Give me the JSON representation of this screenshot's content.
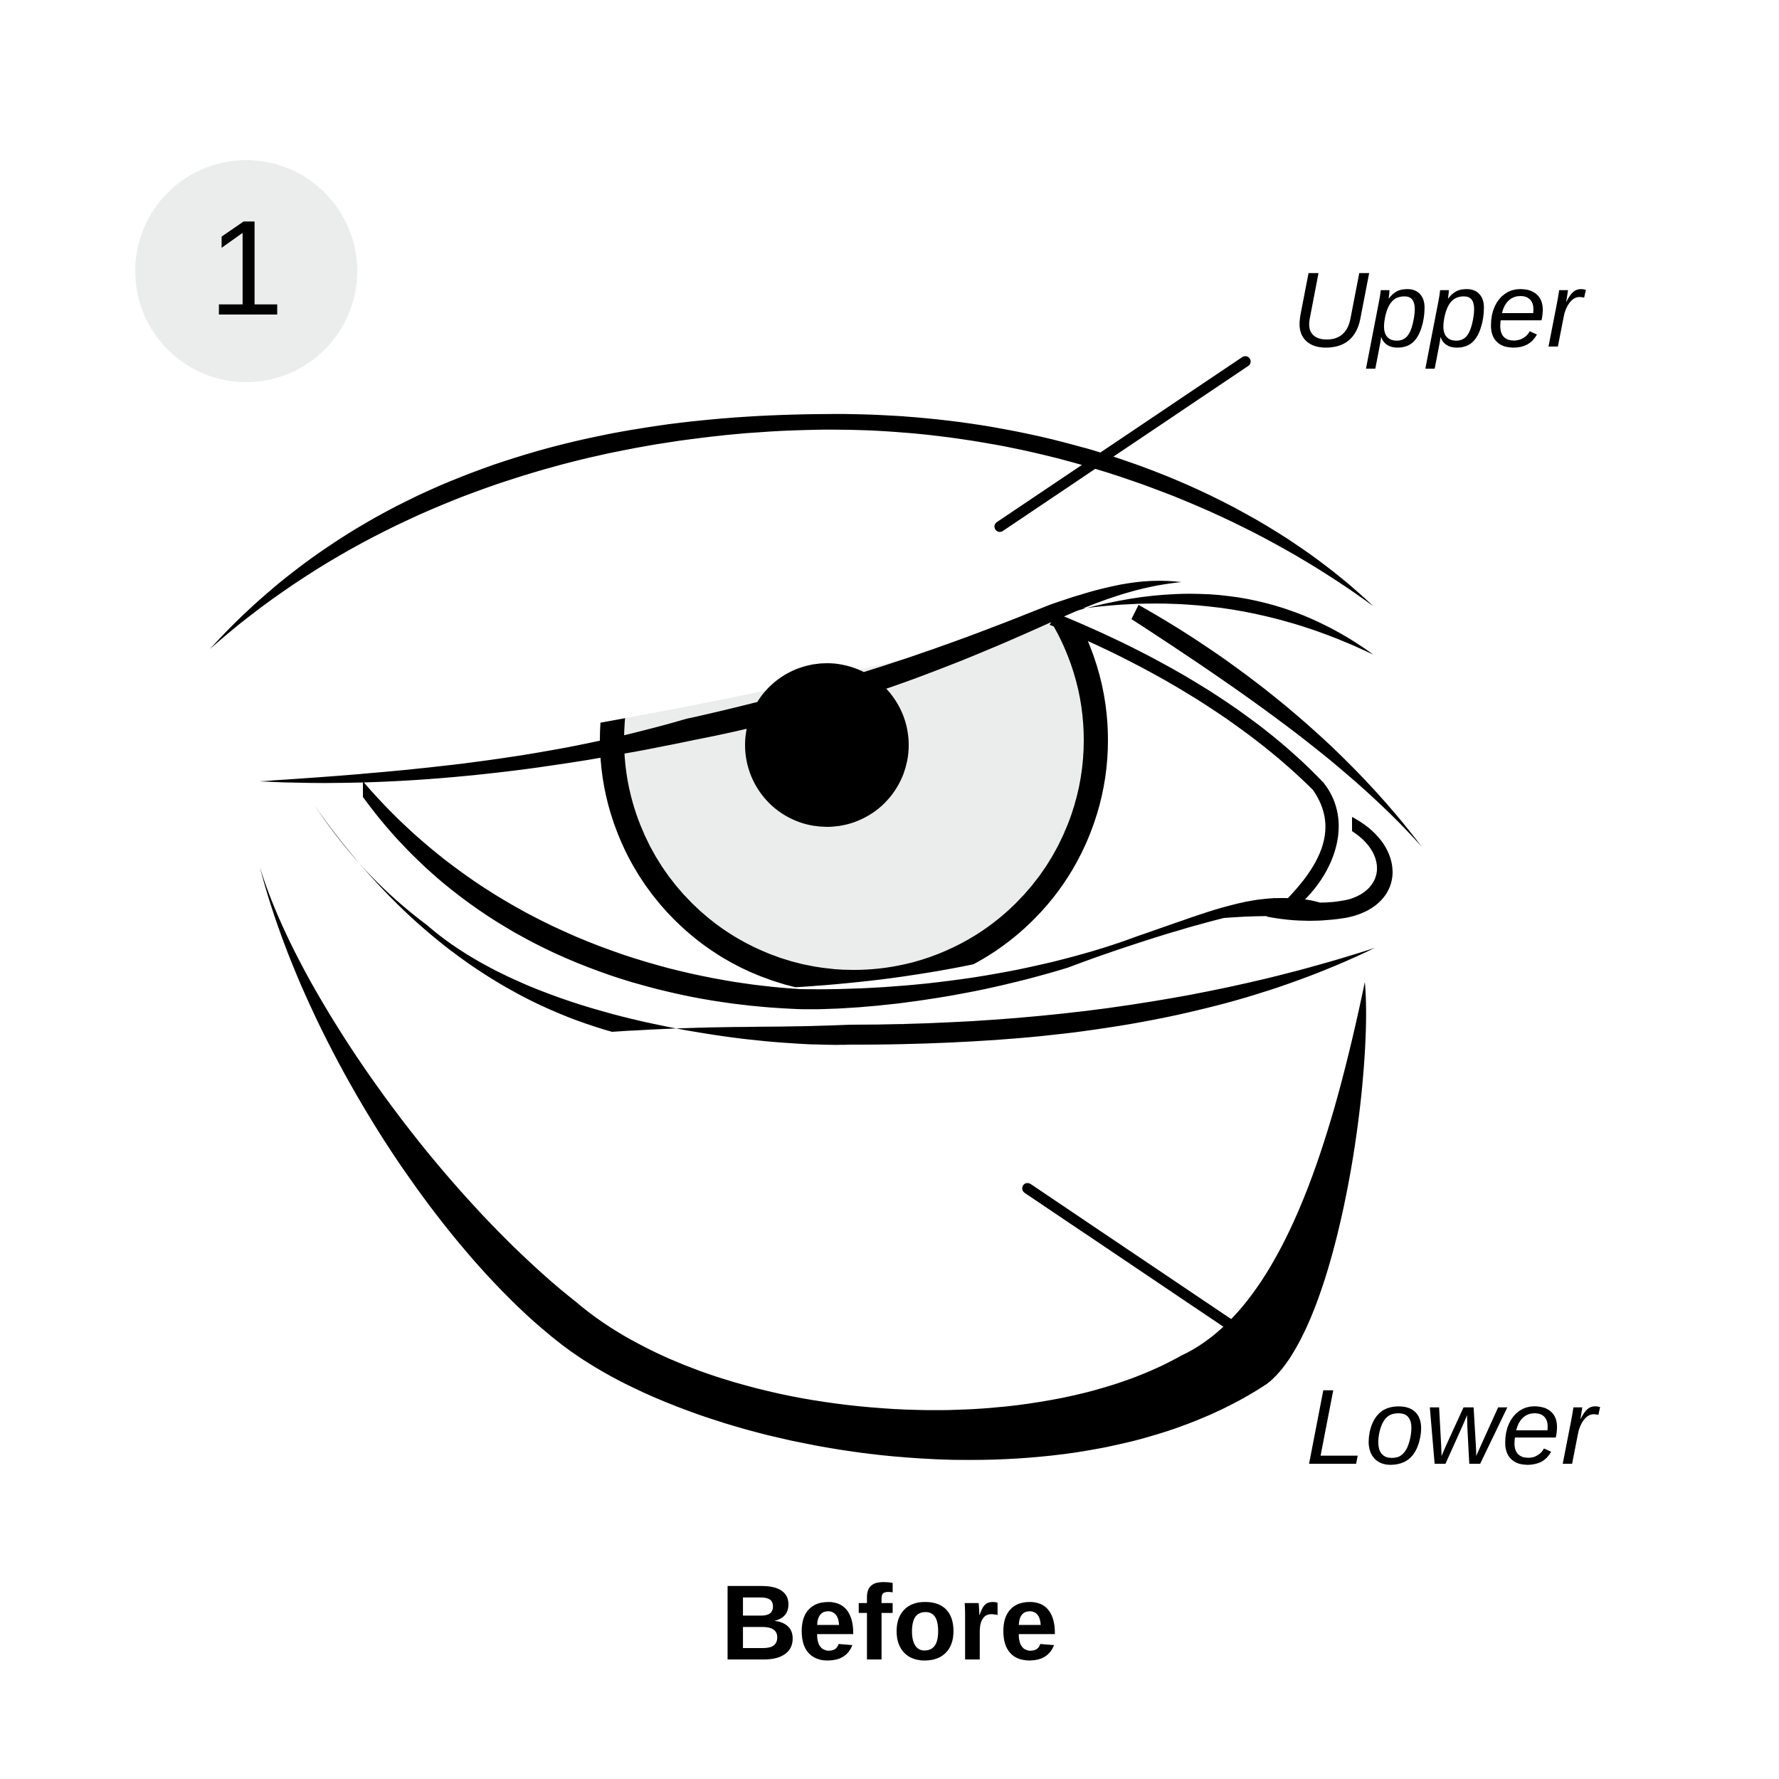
{
  "step": {
    "number": "1",
    "badge_color": "#ebecec"
  },
  "labels": {
    "upper": "Upper",
    "lower": "Lower"
  },
  "caption": "Before",
  "colors": {
    "line": "#000000",
    "iris": "#ebecec",
    "pupil": "#000000",
    "background": "#ffffff"
  }
}
